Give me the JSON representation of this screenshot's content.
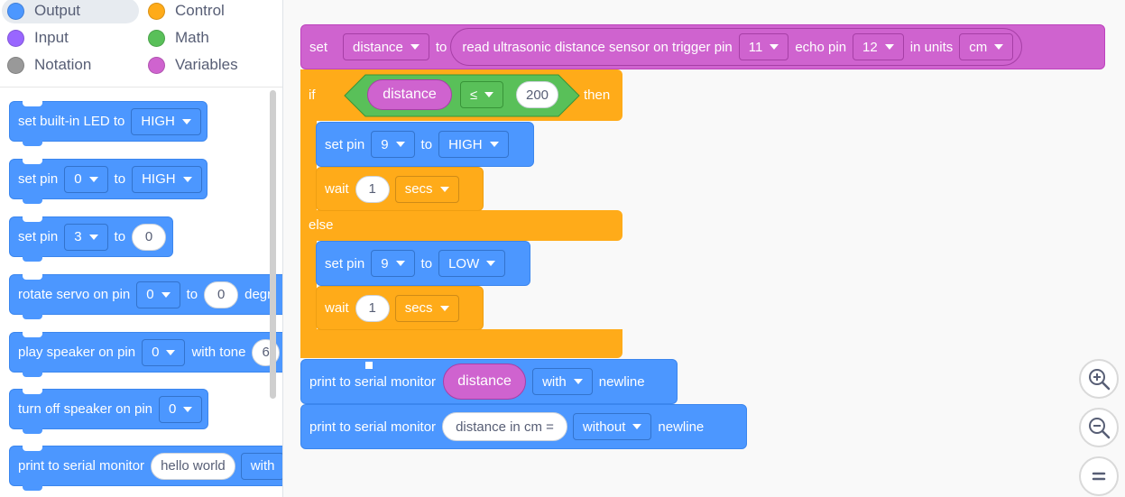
{
  "categories": [
    {
      "label": "Output",
      "color": "#4c97ff",
      "selected": true
    },
    {
      "label": "Control",
      "color": "#ffab19"
    },
    {
      "label": "Input",
      "color": "#9966ff"
    },
    {
      "label": "Math",
      "color": "#59c059"
    },
    {
      "label": "Notation",
      "color": "#999999"
    },
    {
      "label": "Variables",
      "color": "#cf63cf"
    }
  ],
  "palette": {
    "b1": {
      "label": "set built-in LED to",
      "value": "HIGH"
    },
    "b2": {
      "label": "set pin",
      "pin": "0",
      "to": "to",
      "value": "HIGH"
    },
    "b3": {
      "label": "set pin",
      "pin": "3",
      "to": "to",
      "value": "0"
    },
    "b4": {
      "label": "rotate servo on pin",
      "pin": "0",
      "to": "to",
      "value": "0",
      "tail": "degr"
    },
    "b5": {
      "label": "play speaker on pin",
      "pin": "0",
      "with": "with tone",
      "value": "6"
    },
    "b6": {
      "label": "turn off speaker on pin",
      "pin": "0"
    },
    "b7": {
      "label": "print to serial monitor",
      "text": "hello world",
      "with": "with"
    }
  },
  "script": {
    "set_block": {
      "set": "set",
      "var": "distance",
      "to": "to"
    },
    "sensor": {
      "label": "read ultrasonic distance sensor on trigger pin",
      "trigger": "11",
      "echo_label": "echo pin",
      "echo": "12",
      "units_label": "in units",
      "units": "cm"
    },
    "if_block": {
      "if": "if",
      "var": "distance",
      "op": "≤",
      "value": "200",
      "then": "then",
      "else": "else"
    },
    "then_set": {
      "label": "set pin",
      "pin": "9",
      "to": "to",
      "value": "HIGH"
    },
    "then_wait": {
      "label": "wait",
      "value": "1",
      "unit": "secs"
    },
    "else_set": {
      "label": "set pin",
      "pin": "9",
      "to": "to",
      "value": "LOW"
    },
    "else_wait": {
      "label": "wait",
      "value": "1",
      "unit": "secs"
    },
    "print1": {
      "label": "print to serial monitor",
      "var": "distance",
      "mode": "with",
      "newline": "newline"
    },
    "print2": {
      "label": "print to serial monitor",
      "text": "distance in cm =",
      "mode": "without",
      "newline": "newline"
    }
  },
  "zoom": {
    "in": "zoom-in-icon",
    "out": "zoom-out-icon",
    "reset": "zoom-reset-icon"
  }
}
